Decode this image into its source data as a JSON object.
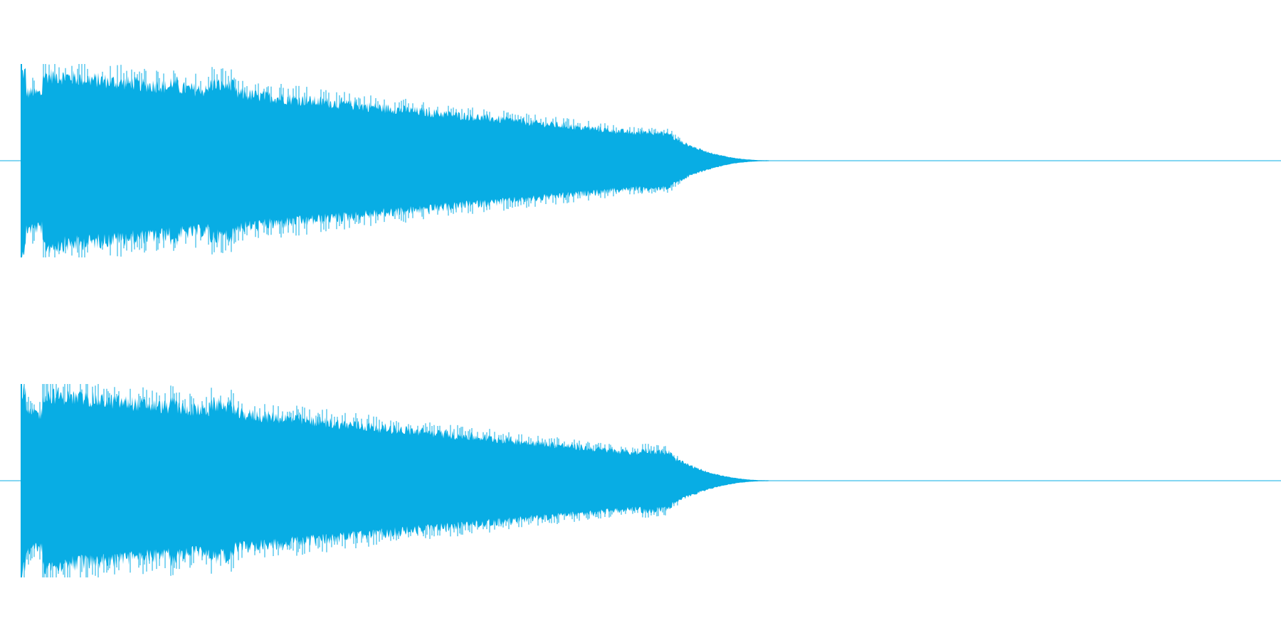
{
  "waveform": {
    "color": "#08ADE4",
    "background": "#FFFFFF",
    "channels": [
      {
        "channel": "left"
      },
      {
        "channel": "right"
      }
    ],
    "sound_fraction_of_duration": 0.52,
    "description_free": true
  }
}
